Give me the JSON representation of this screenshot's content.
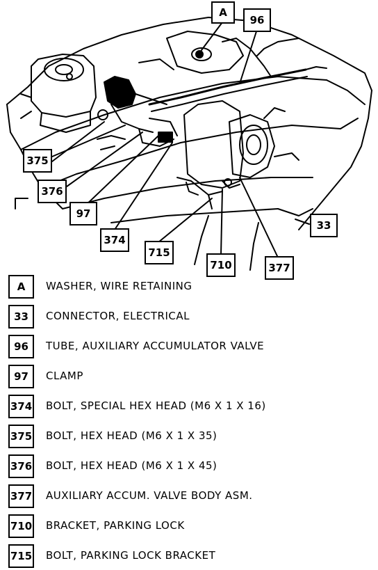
{
  "callouts": {
    "A": "A",
    "c96": "96",
    "c375": "375",
    "c376": "376",
    "c97": "97",
    "c374": "374",
    "c715": "715",
    "c710": "710",
    "c377": "377",
    "c33": "33"
  },
  "legend": [
    {
      "code": "A",
      "description": "WASHER, WIRE RETAINING"
    },
    {
      "code": "33",
      "description": "CONNECTOR, ELECTRICAL"
    },
    {
      "code": "96",
      "description": "TUBE, AUXILIARY ACCUMULATOR VALVE"
    },
    {
      "code": "97",
      "description": "CLAMP"
    },
    {
      "code": "374",
      "description": "BOLT, SPECIAL HEX HEAD (M6 X 1 X 16)"
    },
    {
      "code": "375",
      "description": "BOLT, HEX HEAD (M6 X 1 X 35)"
    },
    {
      "code": "376",
      "description": "BOLT, HEX HEAD (M6 X 1 X 45)"
    },
    {
      "code": "377",
      "description": "AUXILIARY ACCUM. VALVE BODY ASM."
    },
    {
      "code": "710",
      "description": "BRACKET, PARKING LOCK"
    },
    {
      "code": "715",
      "description": "BOLT, PARKING LOCK BRACKET"
    }
  ]
}
